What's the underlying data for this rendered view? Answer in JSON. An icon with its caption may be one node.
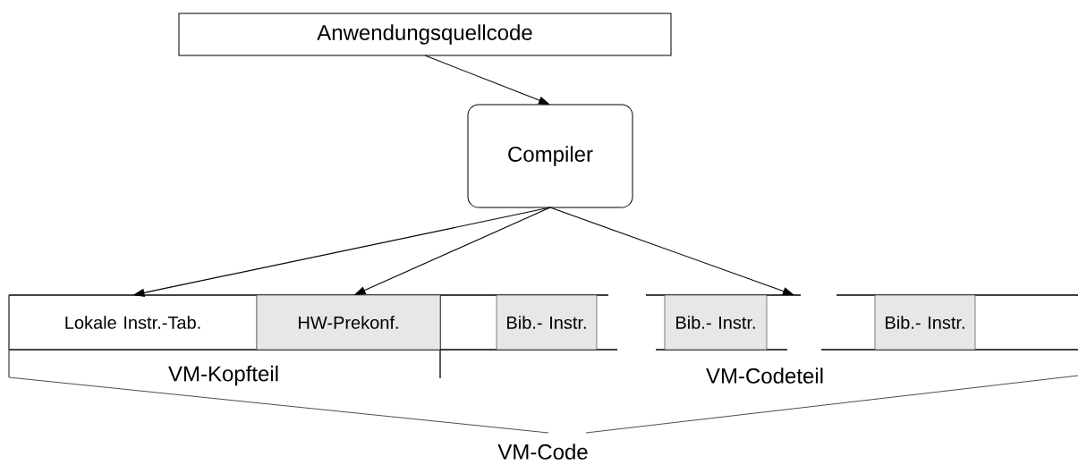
{
  "diagram": {
    "nodes": [
      {
        "text": [
          "Anwendungsquellcode"
        ]
      },
      {
        "text": [
          "Compiler"
        ]
      },
      {
        "text": [
          "Lokale Instr.-Tab."
        ]
      },
      {
        "text": [
          "HW-Prekonf."
        ]
      },
      {
        "text": [
          "Bib.- Instr."
        ]
      },
      {
        "text": [
          "Bib.- Instr."
        ]
      },
      {
        "text": [
          "Bib.- Instr."
        ]
      }
    ],
    "edges": [
      {
        "from": 0,
        "to": 1,
        "arrow": "to"
      },
      {
        "from": 1,
        "to": 2,
        "arrow": "to"
      },
      {
        "from": 1,
        "to": 3,
        "arrow": "to"
      },
      {
        "from": 1,
        "to": null,
        "arrow": "to"
      }
    ],
    "labels": [
      "VM-Kopfteil",
      "VM-Codeteil",
      "VM-Code"
    ]
  }
}
